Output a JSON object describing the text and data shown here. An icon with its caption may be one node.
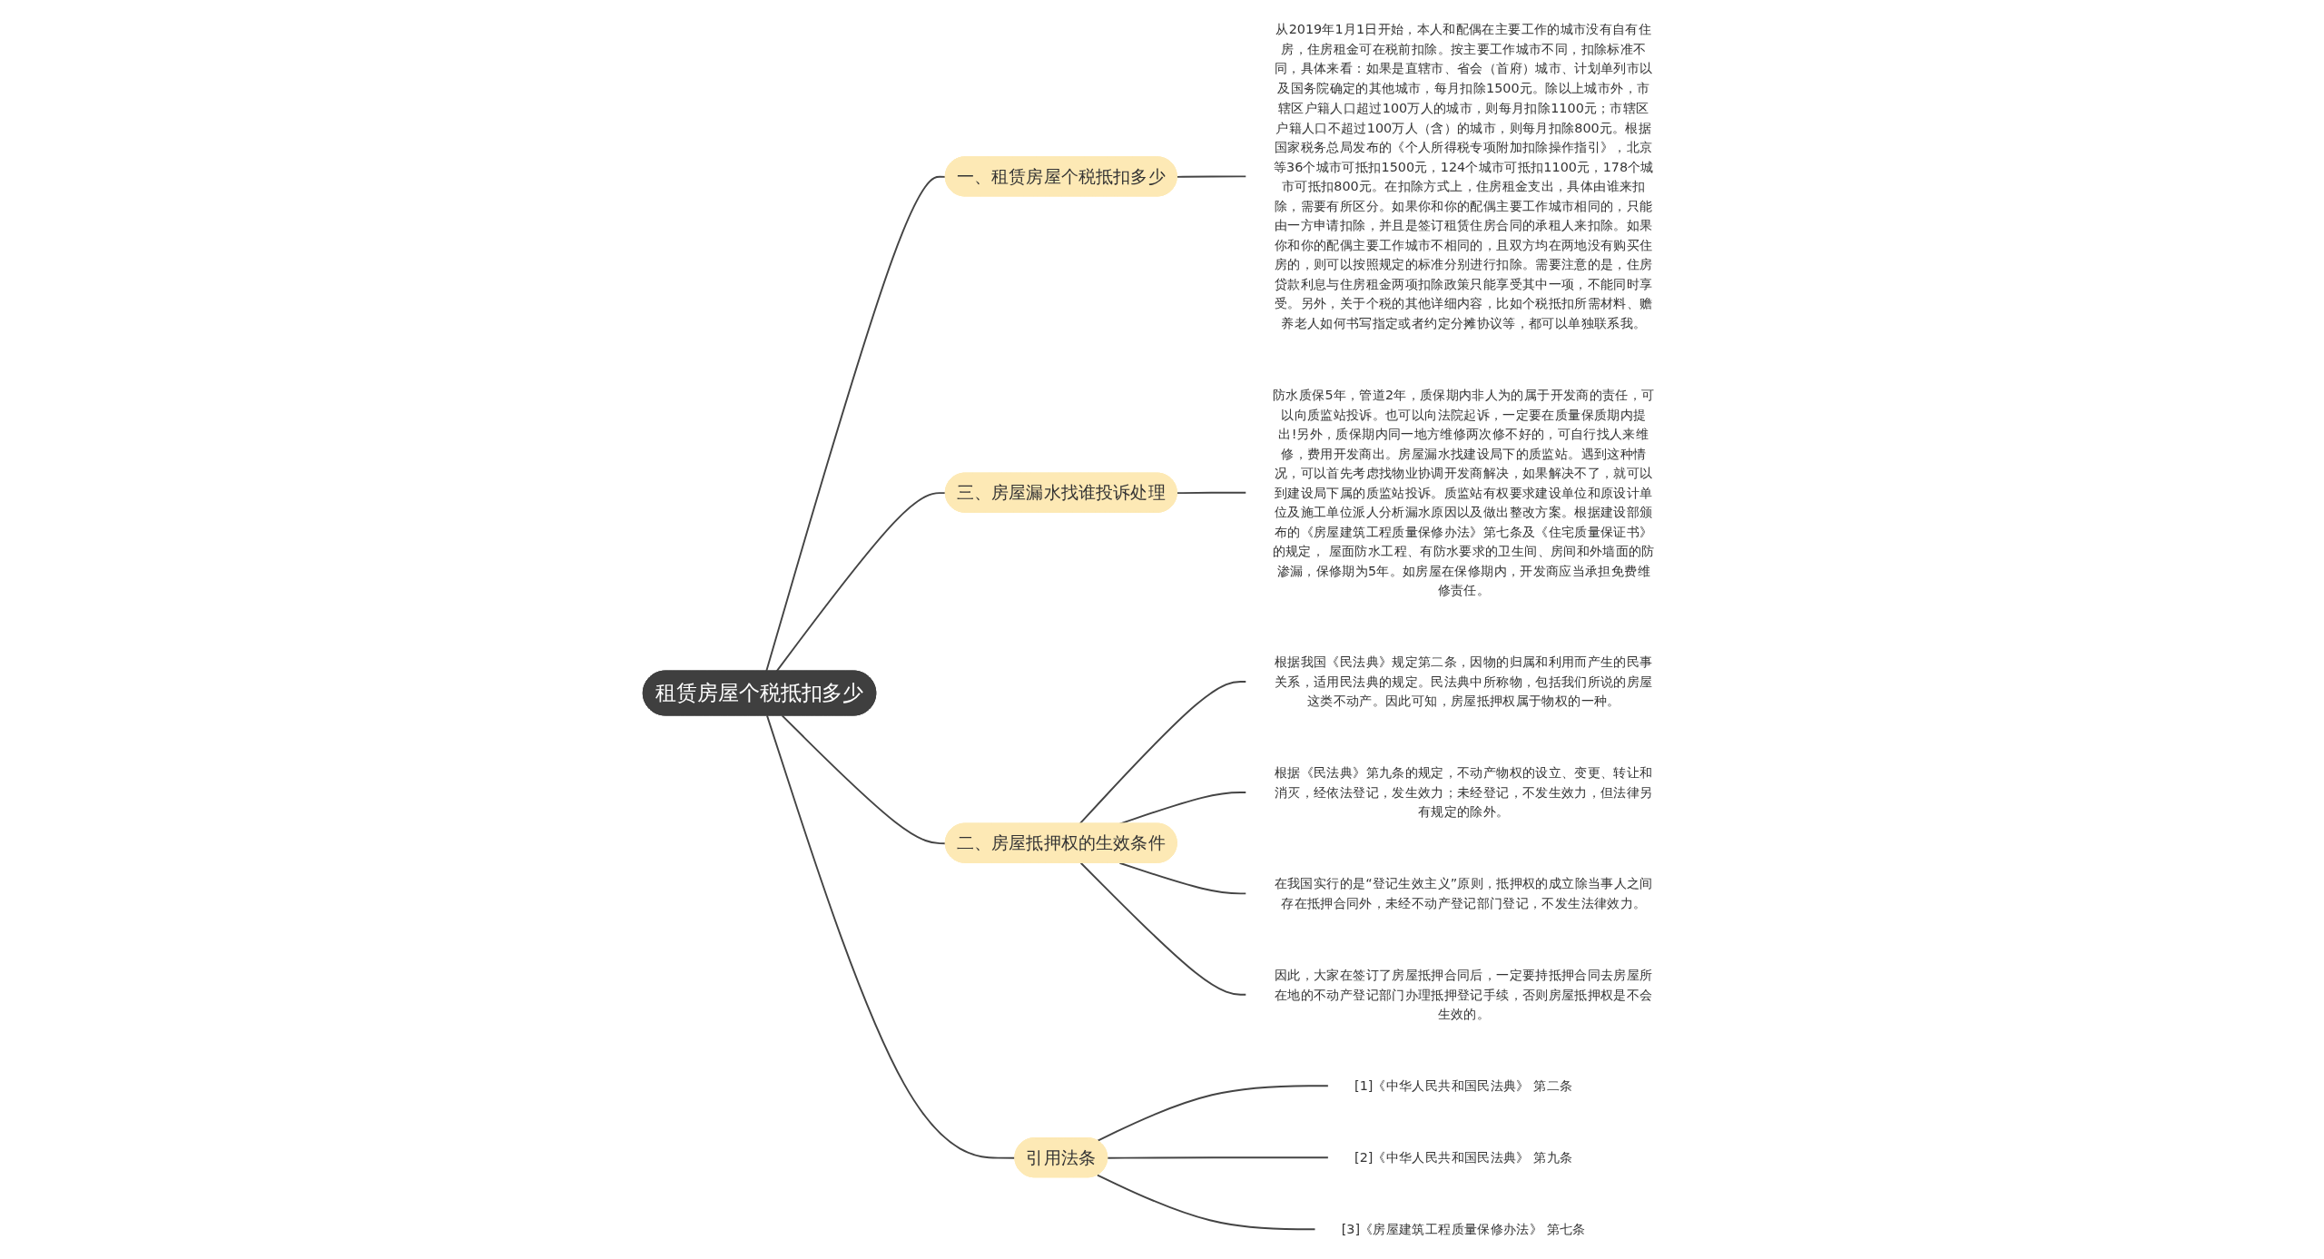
{
  "diagram": {
    "nodes": [
      {
        "text": [
          "租赁房屋个税抵扣多少"
        ]
      },
      {
        "text": [
          "一、租赁房屋个税抵扣多少"
        ]
      },
      {
        "text": [
          "从2019年1月1日开始，本人和配偶在主要工作的城市没有自有住房，住房租金可在税前扣除。按主要工作城市不同，扣除标准不同，具体来看：如果是直辖市、省会（首府）城市、计划单列市以及国务院确定的其他城市，每月扣除1500元。除以上城市外，市辖区户籍人口超过100万人的城市，则每月扣除1100元；市辖区户籍人口不超过100万人（含）的城市，则每月扣除800元。根据国家税务总局发布的《个人所得税专项附加扣除操作指引》，北京等36个城市可抵扣1500元，124个城市可抵扣1100元，178个城市可抵扣800元。在扣除方式上，住房租金支出，具体由谁来扣除，需要有所区分。如果你和你的配偶主要工作城市相同的，只能由一方申请扣除，并且是签订租赁住房合同的承租人来扣除。如果你和你的配偶主要工作城市不相同的，且双方均在两地没有购买住房的，则可以按照规定的标准分别进行扣除。需要注意的是，住房贷款利息与住房租金两项扣除政策只能享受其中一项，不能同时享受。另外，关于个税的其他详细内容，比如个税抵扣所需材料、赡养老人如何书写指定或者约定分摊协议等，都可以单独联系我。"
        ]
      },
      {
        "text": [
          "三、房屋漏水找谁投诉处理"
        ]
      },
      {
        "text": [
          "防水质保5年，管道2年，质保期内非人为的属于开发商的责任，可以向质监站投诉。也可以向法院起诉，一定要在质量保质期内提出!另外，质保期内同一地方维修两次修不好的，可自行找人来维修，费用开发商出。房屋漏水找建设局下的质监站。遇到这种情况，可以首先考虑找物业协调开发商解决，如果解决不了，就可以到建设局下属的质监站投诉。质监站有权要求建设单位和原设计单位及施工单位派人分析漏水原因以及做出整改方案。根据建设部颁布的《房屋建筑工程质量保修办法》第七条及《住宅质量保证书》的规定， 屋面防水工程、有防水要求的卫生间、房间和外墙面的防渗漏，保修期为5年。如房屋在保修期内，开发商应当承担免费维修责任。"
        ]
      },
      {
        "text": [
          "二、房屋抵押权的生效条件"
        ]
      },
      {
        "text": [
          "根据我国《民法典》规定第二条，因物的归属和利用而产生的民事关系，适用民法典的规定。民法典中所称物，包括我们所说的房屋这类不动产。因此可知，房屋抵押权属于物权的一种。"
        ]
      },
      {
        "text": [
          "根据《民法典》第九条的规定，不动产物权的设立、变更、转让和消灭，经依法登记，发生效力；未经登记，不发生效力，但法律另有规定的除外。"
        ]
      },
      {
        "text": [
          "在我国实行的是“登记生效主义”原则，抵押权的成立除当事人之间存在抵押合同外，未经不动产登记部门登记，不发生法律效力。"
        ]
      },
      {
        "text": [
          "因此，大家在签订了房屋抵押合同后，一定要持抵押合同去房屋所在地的不动产登记部门办理抵押登记手续，否则房屋抵押权是不会生效的。"
        ]
      },
      {
        "text": [
          "引用法条"
        ]
      },
      {
        "text": [
          "[1]《中华人民共和国民法典》 第二条"
        ]
      },
      {
        "text": [
          "[2]《中华人民共和国民法典》 第九条"
        ]
      },
      {
        "text": [
          "[3]《房屋建筑工程质量保修办法》 第七条"
        ]
      }
    ],
    "edges": [
      {
        "from": 0,
        "to": 1,
        "arrow": "none"
      },
      {
        "from": 1,
        "to": 2,
        "arrow": "none"
      },
      {
        "from": 0,
        "to": 3,
        "arrow": "none"
      },
      {
        "from": 3,
        "to": 4,
        "arrow": "none"
      },
      {
        "from": 0,
        "to": 5,
        "arrow": "none"
      },
      {
        "from": 5,
        "to": 6,
        "arrow": "none"
      },
      {
        "from": 5,
        "to": 7,
        "arrow": "none"
      },
      {
        "from": 5,
        "to": 8,
        "arrow": "none"
      },
      {
        "from": 5,
        "to": 9,
        "arrow": "none"
      },
      {
        "from": 0,
        "to": 10,
        "arrow": "none"
      },
      {
        "from": 10,
        "to": 11,
        "arrow": "none"
      },
      {
        "from": 10,
        "to": 12,
        "arrow": "none"
      },
      {
        "from": 10,
        "to": 13,
        "arrow": "none"
      }
    ]
  }
}
